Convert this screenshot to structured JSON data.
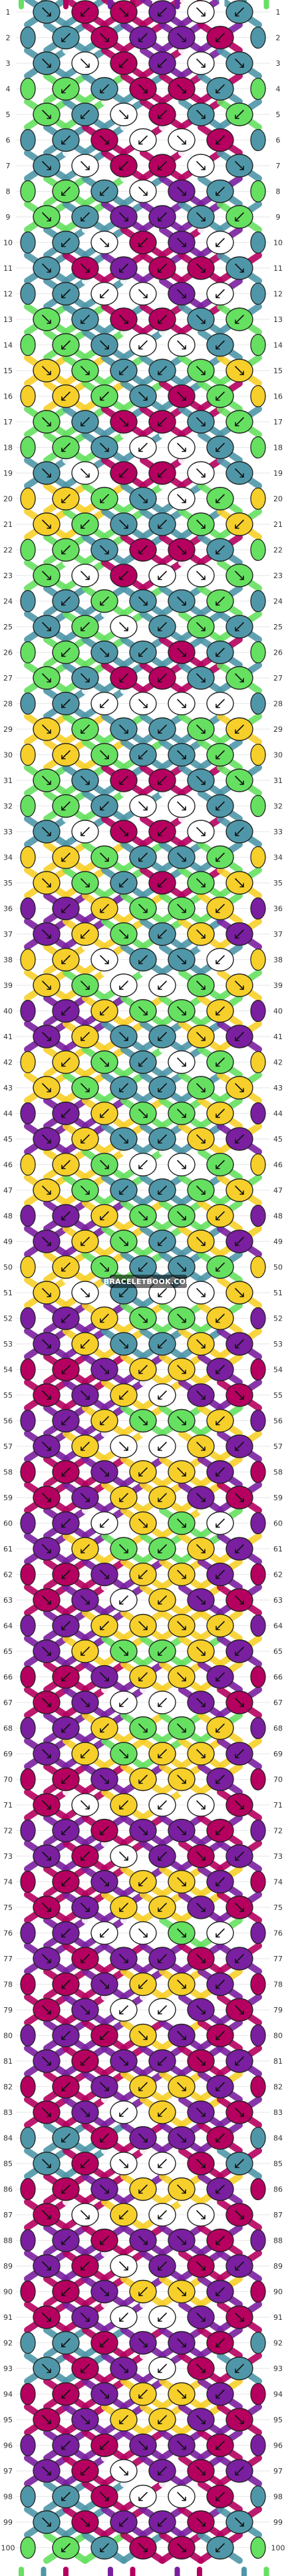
{
  "watermark": "BRACELETBOOK.COM",
  "row_numbers": [
    "1",
    "2",
    "3",
    "4",
    "5",
    "6",
    "7",
    "8",
    "9",
    "10",
    "11",
    "12",
    "13",
    "14",
    "15",
    "16",
    "17",
    "18",
    "19",
    "20",
    "21",
    "22",
    "23",
    "24",
    "25",
    "26",
    "27",
    "28",
    "29",
    "30",
    "31",
    "32",
    "33",
    "34",
    "35",
    "36",
    "37",
    "38",
    "39",
    "40",
    "41",
    "42",
    "43",
    "44",
    "45",
    "46",
    "47",
    "48",
    "49",
    "50",
    "51",
    "52",
    "53",
    "54",
    "55",
    "56",
    "57",
    "58",
    "59",
    "60",
    "61",
    "62",
    "63",
    "64",
    "65",
    "66",
    "67",
    "68",
    "69",
    "70",
    "71",
    "72",
    "73",
    "74",
    "75",
    "76",
    "77",
    "78",
    "79",
    "80",
    "81",
    "82",
    "83",
    "84",
    "85",
    "86",
    "87",
    "88",
    "89",
    "90",
    "91",
    "92",
    "93",
    "94",
    "95",
    "96",
    "97",
    "98",
    "99",
    "100"
  ],
  "colors": {
    "teal": "#4f97a8",
    "green": "#66e060",
    "crimson": "#b5005f",
    "purple": "#7a1fa0",
    "yellow": "#f7cf2a",
    "white": "#ffffff"
  },
  "strand_colors_left_to_right": [
    "green",
    "teal",
    "crimson",
    "white",
    "purple",
    "crimson",
    "white",
    "purple",
    "crimson",
    "white",
    "teal",
    "green"
  ],
  "knot_pattern_rows": [
    "teal,crimson,crimson,purple,white,teal",
    "teal,crimson,purple,purple,crimson,teal",
    "teal,white,crimson,purple,white,teal",
    "green,teal,crimson,crimson,teal,green",
    "green,teal,white,crimson,teal,green",
    "teal,crimson,white,white,crimson,teal",
    "teal,white,crimson,crimson,white,teal",
    "green,teal,white,purple,teal,green",
    "green,teal,purple,purple,teal,green",
    "teal,white,crimson,purple,white,teal",
    "teal,crimson,purple,crimson,crimson,teal",
    "teal,white,white,purple,white,teal",
    "green,teal,crimson,crimson,teal,green",
    "green,teal,white,white,teal,green",
    "yellow,green,teal,teal,green,yellow",
    "yellow,green,teal,crimson,green,yellow",
    "green,teal,crimson,crimson,teal,green",
    "green,teal,white,white,teal,green",
    "teal,white,crimson,crimson,white,teal",
    "yellow,green,teal,white,green,yellow",
    "yellow,green,teal,teal,green,yellow",
    "green,teal,crimson,crimson,teal,green",
    "green,white,crimson,white,white,green",
    "teal,green,teal,teal,green,teal",
    "teal,green,white,teal,green,teal",
    "green,teal,teal,crimson,teal,green",
    "green,teal,crimson,crimson,teal,green",
    "teal,white,white,white,white,teal",
    "yellow,green,teal,teal,green,yellow",
    "yellow,green,teal,teal,green,yellow",
    "green,teal,crimson,crimson,teal,green",
    "green,teal,white,white,teal,green",
    "teal,white,crimson,crimson,white,teal",
    "yellow,green,teal,teal,green,yellow",
    "yellow,green,teal,crimson,green,yellow",
    "purple,yellow,green,green,yellow,purple",
    "purple,yellow,green,teal,yellow,purple",
    "yellow,white,teal,teal,white,yellow",
    "yellow,green,white,white,green,yellow",
    "purple,yellow,green,green,yellow,purple",
    "purple,yellow,teal,teal,yellow,purple",
    "yellow,green,teal,white,green,yellow",
    "yellow,green,teal,teal,green,yellow",
    "purple,yellow,green,green,yellow,purple",
    "purple,yellow,teal,teal,yellow,purple",
    "yellow,green,white,white,green,yellow",
    "yellow,green,teal,teal,green,yellow",
    "purple,yellow,green,green,yellow,purple",
    "purple,yellow,green,teal,yellow,purple",
    "yellow,green,teal,teal,green,yellow",
    "yellow,white,teal,white,white,yellow",
    "purple,yellow,green,green,yellow,purple",
    "purple,yellow,teal,teal,yellow,purple",
    "crimson,purple,yellow,yellow,purple,crimson",
    "crimson,purple,yellow,white,purple,crimson",
    "purple,yellow,green,green,yellow,purple",
    "purple,yellow,white,white,yellow,purple",
    "crimson,purple,yellow,yellow,purple,crimson",
    "crimson,purple,yellow,yellow,purple,crimson",
    "purple,white,yellow,green,white,purple",
    "purple,yellow,green,green,yellow,purple",
    "crimson,purple,yellow,yellow,purple,crimson",
    "crimson,purple,white,yellow,purple,crimson",
    "purple,yellow,yellow,yellow,yellow,purple",
    "purple,yellow,green,green,yellow,purple",
    "crimson,purple,yellow,yellow,purple,crimson",
    "crimson,purple,white,white,purple,crimson",
    "purple,yellow,green,green,yellow,purple",
    "purple,yellow,green,yellow,yellow,purple",
    "crimson,purple,yellow,yellow,purple,crimson",
    "crimson,white,yellow,white,white,crimson",
    "purple,crimson,purple,purple,crimson,purple",
    "purple,crimson,white,purple,crimson,purple",
    "crimson,purple,yellow,yellow,purple,crimson",
    "crimson,purple,yellow,yellow,purple,crimson",
    "purple,white,white,green,white,purple",
    "purple,crimson,purple,purple,crimson,purple",
    "crimson,purple,yellow,yellow,purple,crimson",
    "crimson,purple,white,white,purple,crimson",
    "purple,crimson,yellow,purple,crimson,purple",
    "purple,crimson,purple,purple,crimson,purple",
    "crimson,purple,yellow,yellow,purple,crimson",
    "crimson,purple,white,yellow,purple,crimson",
    "teal,crimson,purple,purple,crimson,teal",
    "teal,crimson,white,white,crimson,teal",
    "crimson,purple,yellow,yellow,purple,crimson",
    "crimson,white,yellow,white,white,crimson",
    "purple,crimson,purple,purple,crimson,purple",
    "purple,crimson,white,purple,crimson,purple",
    "crimson,purple,yellow,yellow,purple,crimson",
    "crimson,purple,white,white,purple,crimson",
    "teal,crimson,purple,purple,crimson,teal",
    "teal,crimson,purple,white,crimson,teal",
    "crimson,purple,yellow,yellow,purple,crimson",
    "crimson,purple,yellow,yellow,purple,crimson",
    "purple,crimson,purple,purple,crimson,purple",
    "purple,crimson,white,purple,crimson,purple",
    "teal,crimson,white,white,crimson,teal",
    "teal,crimson,purple,purple,crimson,teal",
    "green,teal,crimson,crimson,teal,green"
  ],
  "knot_direction_rows": [
    "f,b,f,b,f,b",
    "b,f,b,f,b,f",
    "f,f,b,b,f,f",
    "b,b,f,f,b,b"
  ]
}
